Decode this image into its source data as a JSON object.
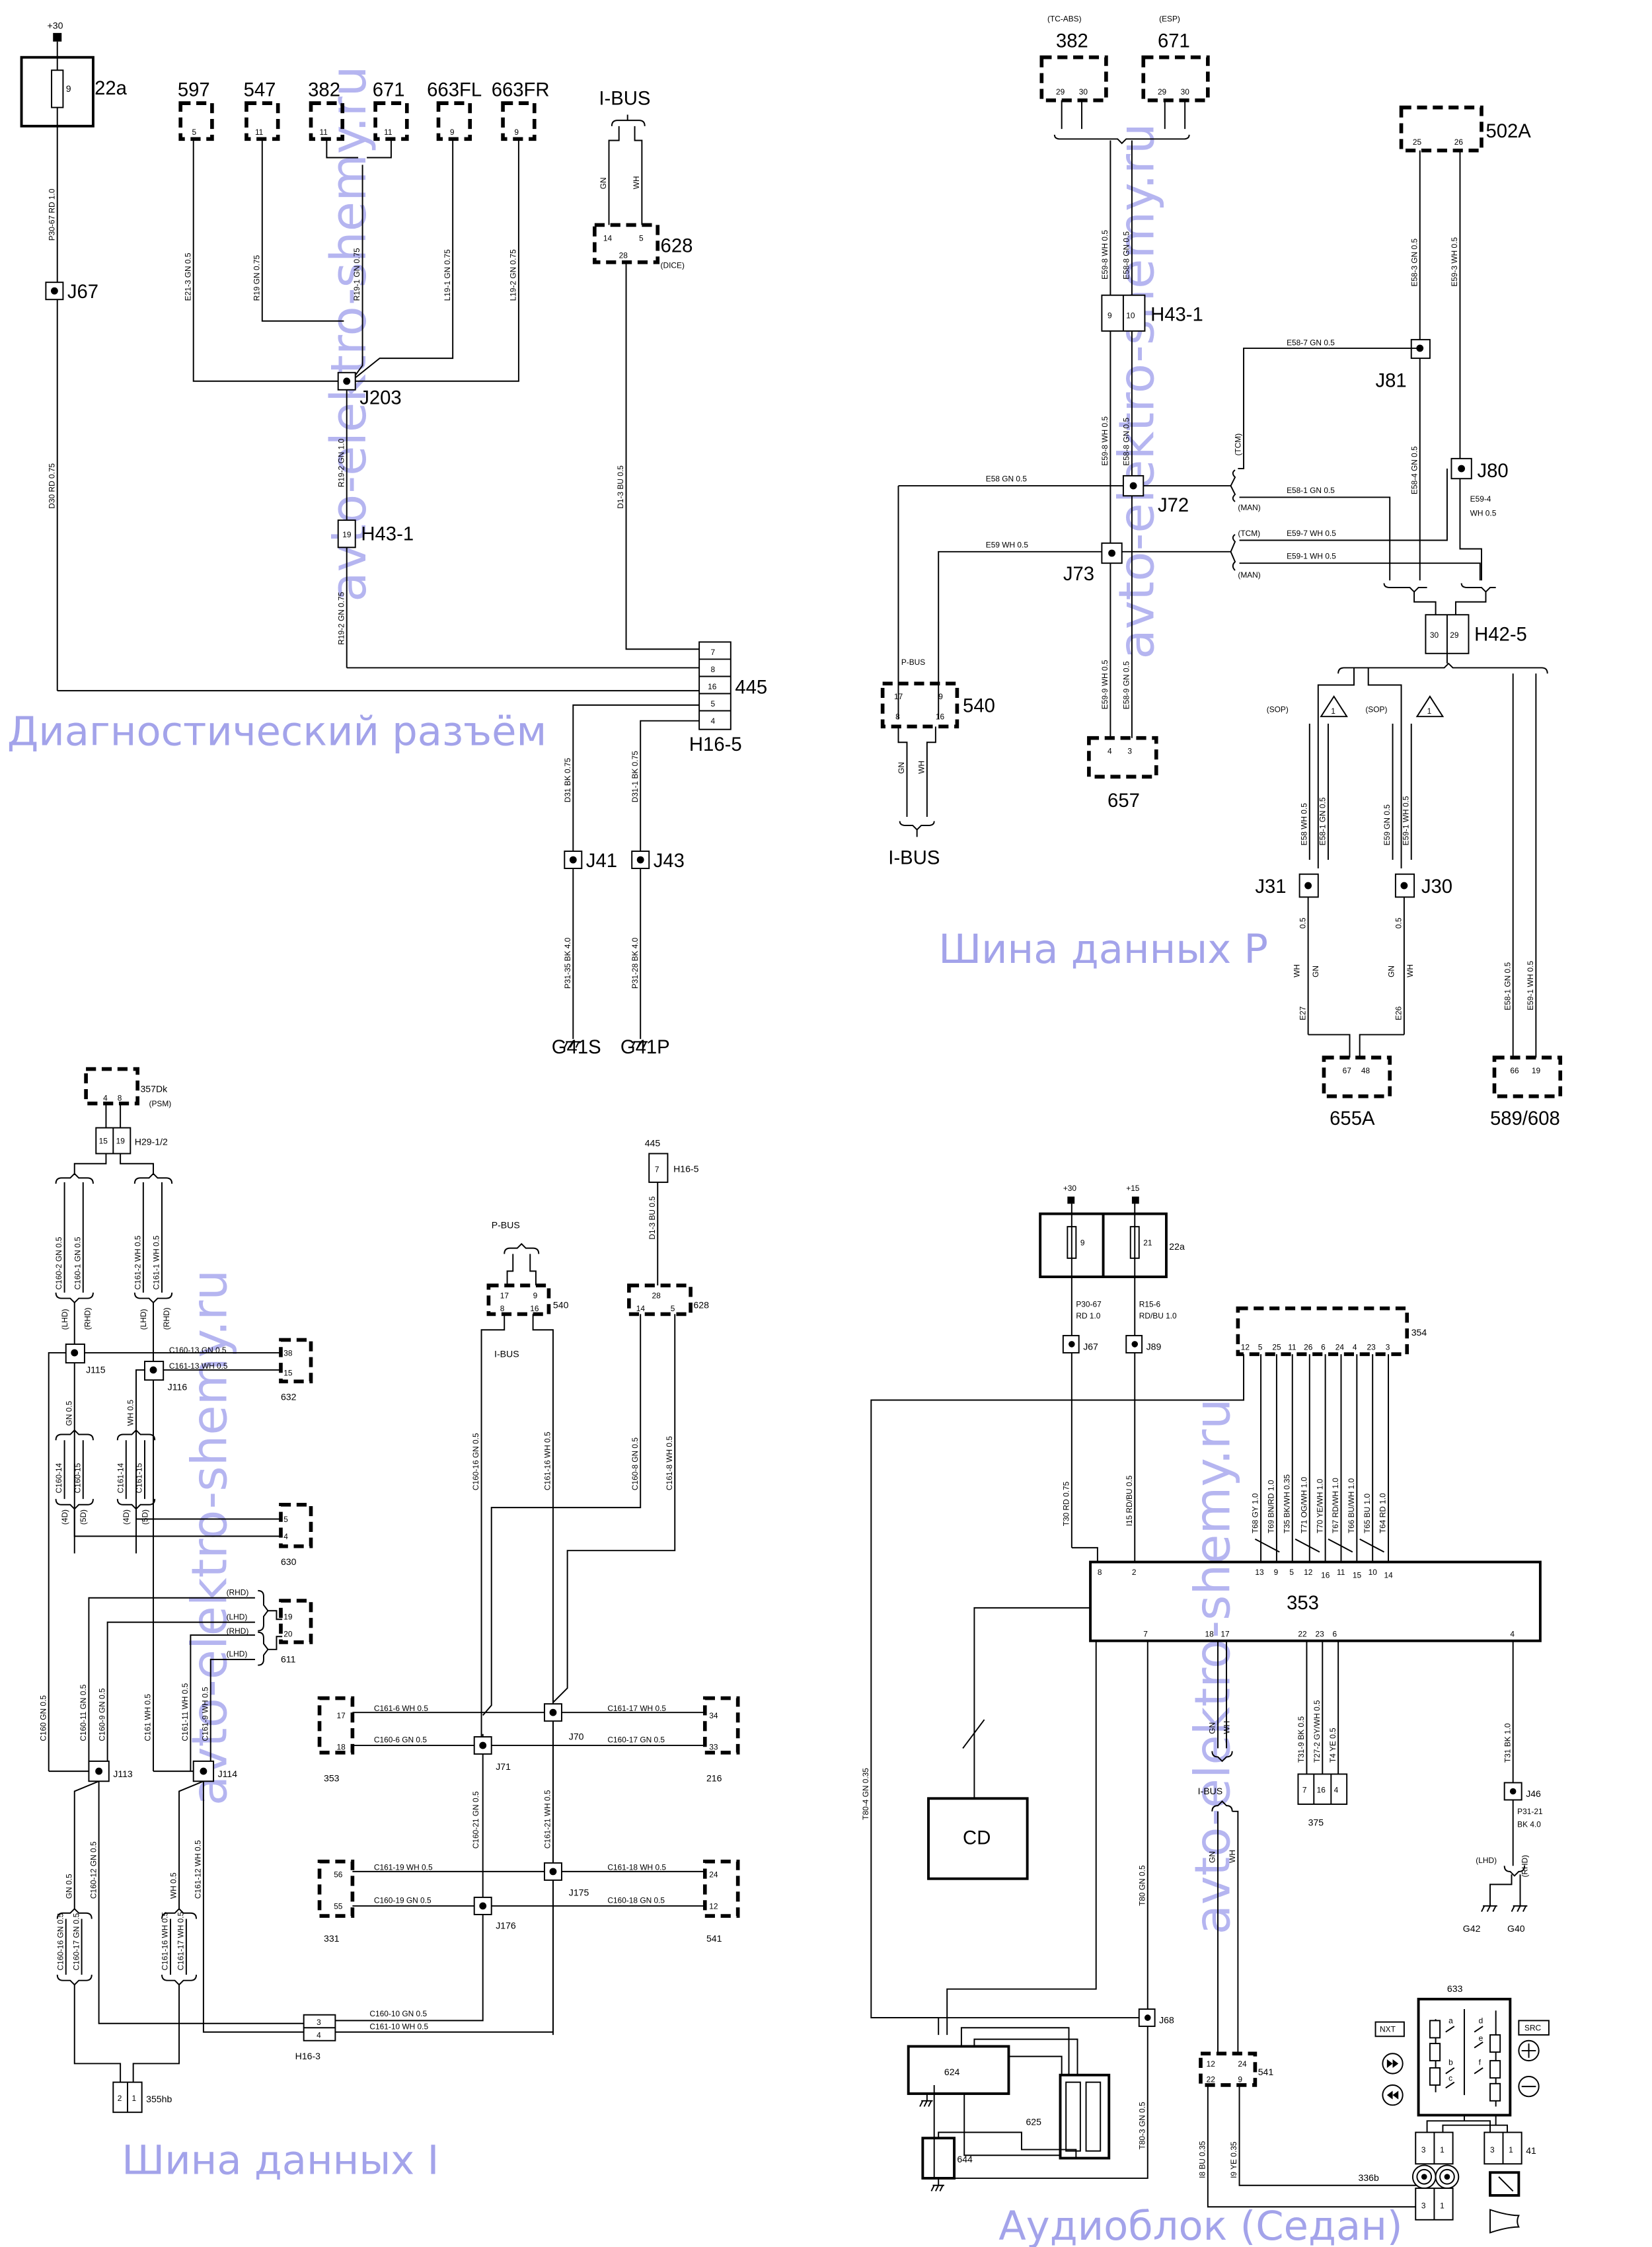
{
  "watermark": "avto-elektro-shemy.ru",
  "titles": {
    "diag": "Диагностический разъём",
    "pbus": "Шина данных P",
    "ibus": "Шина данных I",
    "audio": "Аудиоблок (Седан)"
  },
  "colors": {
    "line": "#000000",
    "watermark": "#a9a9ee",
    "background": "#ffffff"
  },
  "diag": {
    "supply": "+30",
    "fuse_box": "22a",
    "fuse": "9",
    "wire_supply": "P30-67  RD  1.0",
    "wire_d30": "D30  RD  0.75",
    "j67": "J67",
    "modules": [
      {
        "name": "597",
        "pin": "5",
        "wire": "E21-3  GN  0.5"
      },
      {
        "name": "547",
        "pin": "11",
        "wire": "R19  GN  0.75"
      },
      {
        "name": "382",
        "pin": "11",
        "wire": ""
      },
      {
        "name": "671",
        "pin": "11",
        "wire": "R19-1  GN  0.75"
      },
      {
        "name": "663FL",
        "pin": "9",
        "wire": "L19-1  GN  0.75"
      },
      {
        "name": "663FR",
        "pin": "9",
        "wire": "L19-2  GN  0.75"
      }
    ],
    "j203": "J203",
    "wire_r19_2a": "R19-2  GN  1.0",
    "h43": "H43-1",
    "h43_pin": "19",
    "wire_r19_2b": "R19-2  GN  0.75",
    "ibus": "I-BUS",
    "ibus_gn": "GN",
    "ibus_wh": "WH",
    "dice": {
      "name": "628",
      "sub": "(DICE)",
      "pins": [
        "14",
        "5",
        "28"
      ]
    },
    "wire_d1_3": "D1-3  BU  0.5",
    "obd": {
      "name": "445",
      "connector": "H16-5",
      "pins": [
        "7",
        "8",
        "16",
        "5",
        "4"
      ]
    },
    "wire_d31": "D31  BK  0.75",
    "wire_d31_1": "D31-1  BK  0.75",
    "j41": "J41",
    "j43": "J43",
    "wire_p31_35": "P31-35  BK  4.0",
    "wire_p31_28": "P31-28  BK  4.0",
    "g41s": "G41S",
    "g41p": "G41P"
  },
  "pbus": {
    "m382": {
      "name": "382",
      "sub": "(TC-ABS)",
      "pins": [
        "29",
        "30"
      ]
    },
    "m671": {
      "name": "671",
      "sub": "(ESP)",
      "pins": [
        "29",
        "30"
      ]
    },
    "m502a": {
      "name": "502A",
      "pins": [
        "25",
        "26"
      ]
    },
    "wire_e59_8": "E59-8  WH  0.5",
    "wire_e58_8": "E58-8  GN  0.5",
    "h43": {
      "name": "H43-1",
      "pins": [
        "9",
        "10"
      ]
    },
    "wire_e58_3": "E58-3  GN  0.5",
    "wire_e59_3": "E59-3  WH  0.5",
    "wire_e58_7": "E58-7  GN  0.5",
    "j81": "J81",
    "tcm": "(TCM)",
    "man": "(MAN)",
    "wire_e58": "E58  GN  0.5",
    "j72": "J72",
    "wire_e58_1": "E58-1  GN  0.5",
    "wire_e58_4": "E58-4  GN  0.5",
    "j80": "J80",
    "wire_e59_4a": "E59-4",
    "wire_e59_4b": "WH  0.5",
    "wire_e59": "E59  WH  0.5",
    "j73": "J73",
    "wire_e59_7": "E59-7  WH  0.5",
    "wire_e59_1": "E59-1  WH  0.5",
    "h42": {
      "name": "H42-5",
      "pins": [
        "30",
        "29"
      ]
    },
    "pbus_label": "P-BUS",
    "m540": {
      "name": "540",
      "pins": [
        "17",
        "9",
        "8",
        "16"
      ]
    },
    "ibus_gn": "GN",
    "ibus_wh": "WH",
    "ibus": "I-BUS",
    "wire_e59_9": "E59-9  WH  0.5",
    "wire_e58_9": "E58-9  GN  0.5",
    "m657": {
      "name": "657",
      "pins": [
        "4",
        "3"
      ]
    },
    "sop": "(SOP)",
    "note": "1",
    "wire_e58_sop": "E58  WH  0.5",
    "wire_e58_1_sop": "E58-1  GN  0.5",
    "wire_e59_sop": "E59  GN  0.5",
    "wire_e59_1_sop": "E59-1  WH  0.5",
    "j31": "J31",
    "j30": "J30",
    "size_05": "0.5",
    "wh": "WH",
    "gn": "GN",
    "wire_e27": "E27",
    "wire_e26": "E26",
    "m655a": {
      "name": "655A",
      "pins": [
        "67",
        "48"
      ]
    },
    "wire_e58_1_r": "E58-1  GN  0.5",
    "wire_e59_1_r": "E59-1  WH  0.5",
    "m589": {
      "name": "589/608",
      "pins": [
        "66",
        "19"
      ]
    }
  },
  "ibus": {
    "m357": {
      "name": "357Dk",
      "sub": "(PSM)",
      "pins": [
        "4",
        "8"
      ]
    },
    "h29": {
      "name": "H29-1/2",
      "pins": [
        "15",
        "19"
      ]
    },
    "wire_c160_2": "C160-2 GN  0.5",
    "wire_c160_1": "C160-1 GN  0.5",
    "wire_c161_2": "C161-2 WH  0.5",
    "wire_c161_1": "C161-1 WH  0.5",
    "lhd": "(LHD)",
    "rhd": "(RHD)",
    "j115": "J115",
    "j116": "J116",
    "wire_c160_13": "C160-13 GN   0.5",
    "wire_c161_13": "C161-13 WH   0.5",
    "m632": {
      "name": "632",
      "pins": [
        "38",
        "15"
      ]
    },
    "gn05": "GN  0.5",
    "wh05": "WH  0.5",
    "wire_c160_14": "C160-14",
    "wire_c160_15": "C160-15",
    "wire_c161_14": "C161-14",
    "wire_c161_15": "C161-15",
    "d4": "(4D)",
    "d5": "(5D)",
    "m630": {
      "name": "630",
      "pins": [
        "5",
        "4"
      ]
    },
    "m611": {
      "name": "611",
      "pins": [
        "19",
        "20"
      ]
    },
    "wire_c160": "C160   GN  0.5",
    "wire_c160_11": "C160-11  GN  0.5",
    "wire_c160_9": "C160-9  GN  0.5",
    "wire_c161": "C161   WH  0.5",
    "wire_c161_11": "C161-11  WH  0.5",
    "wire_c161_9": "C161-9  WH  0.5",
    "j113": "J113",
    "j114": "J114",
    "wire_c160_12": "C160-12  GN  0.5",
    "wire_c161_12": "C161-12  WH  0.5",
    "wire_c160_16": "C160-16  GN  0.5",
    "wire_c160_17": "C160-17   GN   0.5",
    "wire_c161_16": "C161-16  WH  0.5",
    "wire_c161_17": "C161-17   WH   0.5",
    "m355": {
      "name": "355hb",
      "pins": [
        "2",
        "1"
      ]
    },
    "h16_3": {
      "name": "H16-3",
      "pins": [
        "3",
        "4"
      ]
    },
    "wire_c160_10": "C160-10   GN   0.5",
    "wire_c161_10": "C161-10   WH   0.5",
    "m445": {
      "name": "445",
      "connector": "H16-5",
      "pin": "7"
    },
    "wire_d1_3": "D1-3  BU  0.5",
    "pbus": "P-BUS",
    "ibus": "I-BUS",
    "m540": {
      "name": "540",
      "pins": [
        "17",
        "9",
        "8",
        "16"
      ]
    },
    "m628": {
      "name": "628",
      "pins": [
        "28",
        "14",
        "5"
      ]
    },
    "wire_c160_8": "C160-8  GN  0.5",
    "wire_c161_8": "C161-8  WH  0.5",
    "m353": {
      "name": "353",
      "pins": [
        "17",
        "18"
      ]
    },
    "wire_c161_6": "C161-6   WH   0.5",
    "wire_c160_6": "C160-6   GN   0.5",
    "j70": "J70",
    "j71": "J71",
    "m216": {
      "name": "216",
      "pins": [
        "34",
        "33"
      ]
    },
    "wire_c160_21": "C160-21   GN   0.5",
    "wire_c161_21": "C161-21   WH   0.5",
    "m331": {
      "name": "331",
      "pins": [
        "56",
        "55"
      ]
    },
    "wire_c161_19": "C161-19   WH   0.5",
    "wire_c160_19": "C160-19   GN   0.5",
    "j175": "J175",
    "j176": "J176",
    "wire_c161_18": "C161-18   WH   0.5",
    "wire_c160_18": "C160-18   GN   0.5",
    "m541": {
      "name": "541",
      "pins": [
        "24",
        "12"
      ]
    }
  },
  "audio": {
    "plus30": "+30",
    "plus15": "+15",
    "fuse_box": "22a",
    "fuses": [
      "9",
      "21"
    ],
    "wire_p30_67a": "P30-67",
    "wire_p30_67b": "RD 1.0",
    "wire_r15_6a": "R15-6",
    "wire_r15_6b": "RD/BU 1.0",
    "j67": "J67",
    "j89": "J89",
    "m354": {
      "name": "354",
      "pins": [
        "12",
        "5",
        "25",
        "11",
        "26",
        "6",
        "24",
        "4",
        "23",
        "3"
      ]
    },
    "wire_t30": "T30   RD   0.75",
    "wire_i15": "I15  RD/BU 0.5",
    "speaker_wires": [
      "T68   GY   1.0",
      "T69   BN/RD  1.0",
      "T35   BK/WH  0.35",
      "T71   OG/WH  1.0",
      "T70   YE/WH  1.0",
      "T67   RD/WH  1.0",
      "T66   BU/WH  1.0",
      "T65   BU   1.0",
      "T64   RD   1.0"
    ],
    "m353": {
      "name": "353",
      "top_pins": [
        "8",
        "2",
        "13",
        "9",
        "5",
        "12",
        "16",
        "11",
        "15",
        "10",
        "14"
      ],
      "bottom_pins": [
        "7",
        "18",
        "17",
        "22",
        "23",
        "6",
        "4"
      ]
    },
    "wire_t80_4": "T80-4   GN   0.35",
    "cd": "CD",
    "wire_t80": "T80   GN   0.5",
    "ibus": "I-BUS",
    "gn": "GN",
    "wh": "WH",
    "wire_t31_9": "T31-9  BK  0.5",
    "wire_t27_2": "T27-2  GY/WH  0.5",
    "wire_t4": "T4  YE  0.5",
    "m375": {
      "name": "375",
      "pins": [
        "7",
        "16",
        "4"
      ]
    },
    "wire_t31": "T31   BK   1.0",
    "j46": "J46",
    "wire_p31_21a": "P31-21",
    "wire_p31_21b": "BK 4.0",
    "lhd": "(LHD)",
    "rhd": "(RHD)",
    "g42": "G42",
    "g40": "G40",
    "j68": "J68",
    "m624": "624",
    "m625": "625",
    "m644": "644",
    "wire_t80_3": "T80-3   GN   0.5",
    "m541": {
      "name": "541",
      "pins": [
        "12",
        "24",
        "22",
        "9"
      ]
    },
    "wire_i8": "I8   BU   0.35",
    "wire_i9": "I9   YE   0.35",
    "m633": {
      "name": "633",
      "switches": [
        "a",
        "b",
        "c",
        "d",
        "e",
        "f"
      ],
      "buttons": [
        "NXT",
        "SRC"
      ]
    },
    "m336b": {
      "name": "336b",
      "pins": [
        "3",
        "1"
      ]
    },
    "m41": {
      "name": "41",
      "pins": [
        "3",
        "1"
      ]
    }
  }
}
